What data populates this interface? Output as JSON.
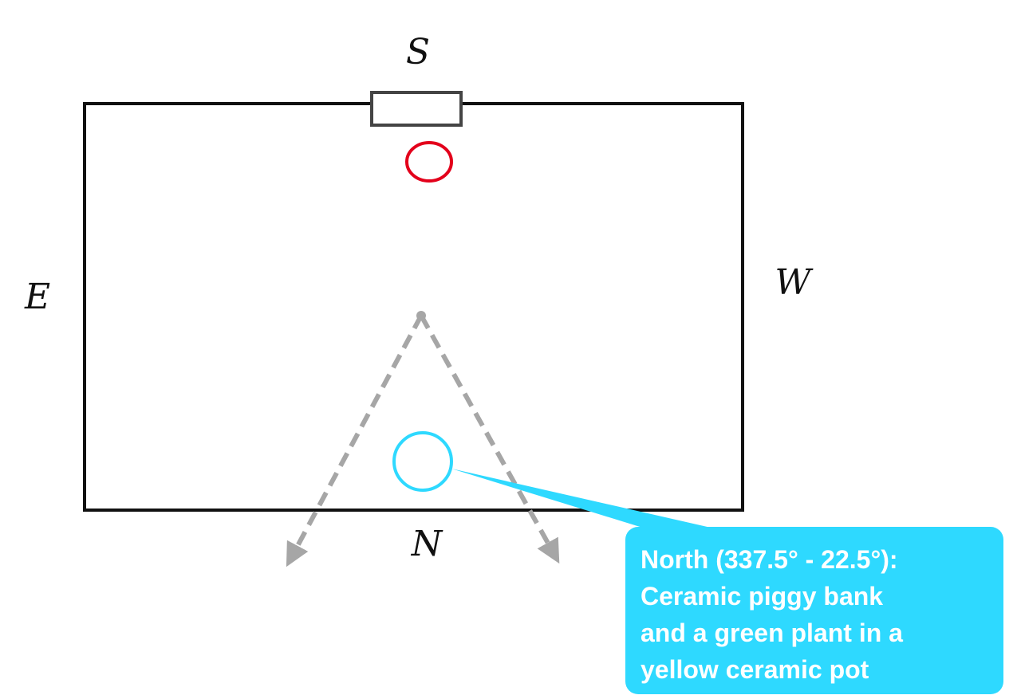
{
  "directions": {
    "south": "S",
    "north": "N",
    "east": "E",
    "west": "W"
  },
  "callout": {
    "lines": [
      "North (337.5° - 22.5°):",
      "Ceramic piggy bank",
      "and a green plant in a",
      "yellow ceramic pot"
    ]
  },
  "colors": {
    "room_outline": "#111111",
    "door": "#444444",
    "marker_current": "#e3001b",
    "marker_highlight": "#2ed9ff",
    "view_arrows": "#a6a6a6",
    "callout_bg": "#2ed9ff",
    "callout_text": "#ffffff"
  },
  "icons": {
    "door": "door-rectangle",
    "current_position": "red-circle",
    "target_region": "cyan-circle",
    "view_cone": "dashed-arrows"
  }
}
